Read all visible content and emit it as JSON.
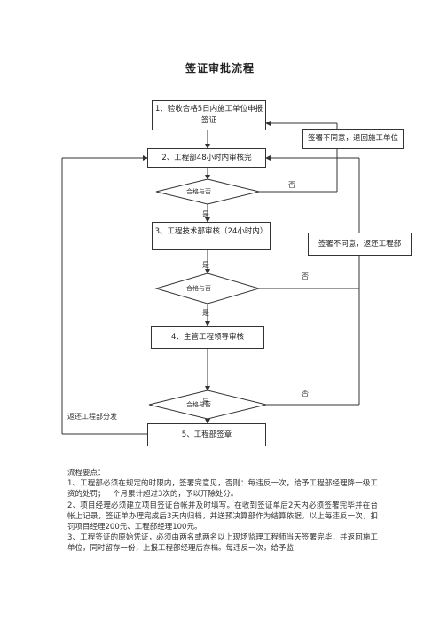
{
  "title": "签证审批流程",
  "steps": {
    "s1": "1、验收合格5日内施工单位申报签证",
    "s2": "2、工程部48小时内审核完",
    "s3": "3、工程技术部审核（24小时内）",
    "s4": "4、主管工程领导审核",
    "s5": "5、工程部签章"
  },
  "decisions": {
    "d1": "合格与否",
    "d2": "合格与否",
    "d3": "合格与否"
  },
  "side_boxes": {
    "reject_to_contractor": "签署不同意，退回施工单位",
    "reject_to_engineering": "签署不同意，返还工程部"
  },
  "labels": {
    "yes": "是",
    "no": "否",
    "return_dispatch": "返还工程部分发"
  },
  "notes": {
    "heading": "流程要点：",
    "items": [
      "1、工程部必须在规定的时限内，签署完意见，否则：每违反一次，给予工程部经理降一级工资的处罚；一个月累计超过3次的，予以开除处分。",
      "2、项目经理必须建立项目签证台帐并及时填写。在收到签证单后2天内必须签署完毕并在台帐上记录，签证单办理完成后3天内归档，并送预决算部作为结算依据。以上每违反一次，扣罚项目经理200元、工程部经理100元。",
      "3、工程签证的原始凭证，必须由两名或两名以上现场监理工程师当天签署完毕，并返回施工单位，同时留存一份，上报工程部经理后存档。每违反一次，给予监"
    ]
  }
}
